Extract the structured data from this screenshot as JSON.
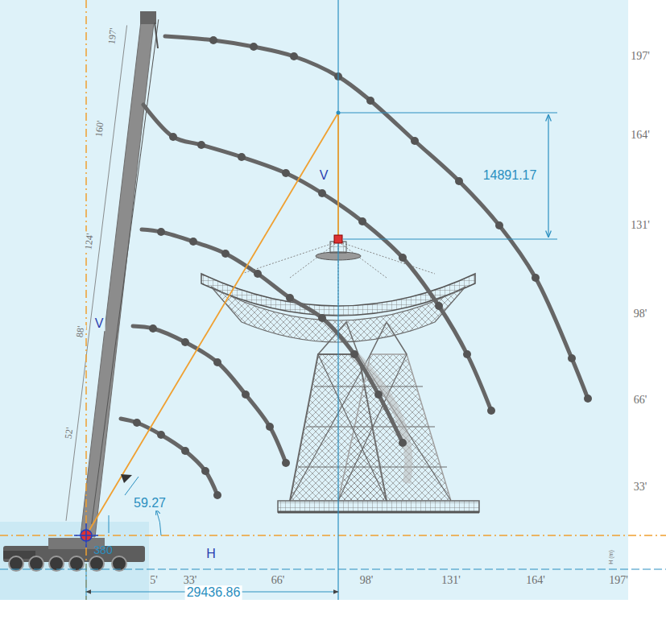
{
  "diagram": {
    "labels": [
      "197'",
      "164'",
      "131'",
      "98'",
      "66'",
      "33'",
      "5'",
      "33'",
      "66'",
      "98'",
      "131'",
      "164'",
      "197'",
      "197'",
      "160'",
      "124'",
      "88'",
      "52'",
      "14891.17",
      "59.27",
      "29436.86",
      "V",
      "V",
      "H",
      "380",
      "H (m)"
    ]
  }
}
